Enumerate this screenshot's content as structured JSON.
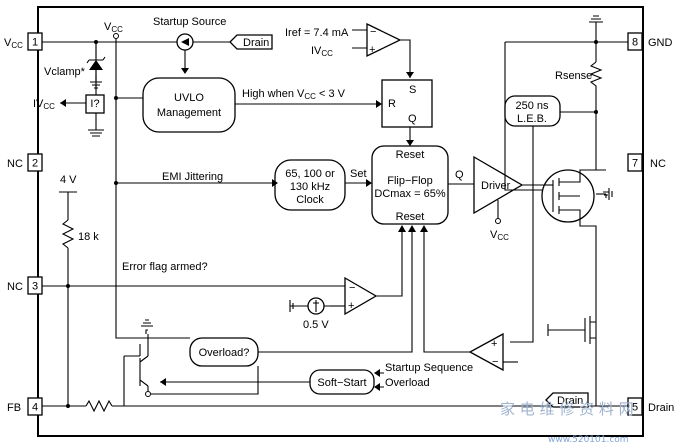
{
  "pins": {
    "p1": {
      "number": "1",
      "name": "V",
      "sub": "CC"
    },
    "p2": {
      "number": "2",
      "name": "NC"
    },
    "p3": {
      "number": "3",
      "name": "NC"
    },
    "p4": {
      "number": "4",
      "name": "FB"
    },
    "p5": {
      "number": "5",
      "name": "Drain"
    },
    "p7": {
      "number": "7",
      "name": "NC"
    },
    "p8": {
      "number": "8",
      "name": "GND"
    }
  },
  "labels": {
    "vcc_node": "V",
    "vcc_node_sub": "CC",
    "startup_source": "Startup Source",
    "drain_tag": "Drain",
    "iref": "Iref = 7.4 mA",
    "ivcc_ref": "IV",
    "ivcc_ref_sub": "CC",
    "vclamp": "Vclamp*",
    "ivcc_left": "IV",
    "ivcc_left_sub": "CC",
    "i_query": "I?",
    "uvlo_line1": "UVLO",
    "uvlo_line2": "Management",
    "high_when_a": "High when V",
    "high_when_sub": "CC",
    "high_when_b": " < 3 V",
    "sr_s": "S",
    "sr_r": "R",
    "sr_q": "Q",
    "rsense": "Rsense",
    "leb_line1": "250 ns",
    "leb_line2": "L.E.B.",
    "four_v": "4 V",
    "r18k": "18 k",
    "emi": "EMI Jittering",
    "osc_line1": "65, 100 or",
    "osc_line2": "130 kHz",
    "osc_line3": "Clock",
    "set": "Set",
    "ff_reset_top": "Reset",
    "ff_line1": "Flip−Flop",
    "ff_line2": "DCmax = 65%",
    "ff_reset_bot": "Reset",
    "ff_q": "Q",
    "driver": "Driver",
    "vcc_driver": "V",
    "vcc_driver_sub": "CC",
    "error_flag": "Error flag armed?",
    "minus": "−",
    "plus": "+",
    "half_volt": "0.5 V",
    "overload_q": "Overload?",
    "soft_start": "Soft−Start",
    "startup_sequence": "Startup Sequence",
    "overload": "Overload",
    "drain_bottom": "Drain",
    "watermark": "家 电 维 修 资 料 网",
    "watermark_url": "www.520101.com"
  }
}
